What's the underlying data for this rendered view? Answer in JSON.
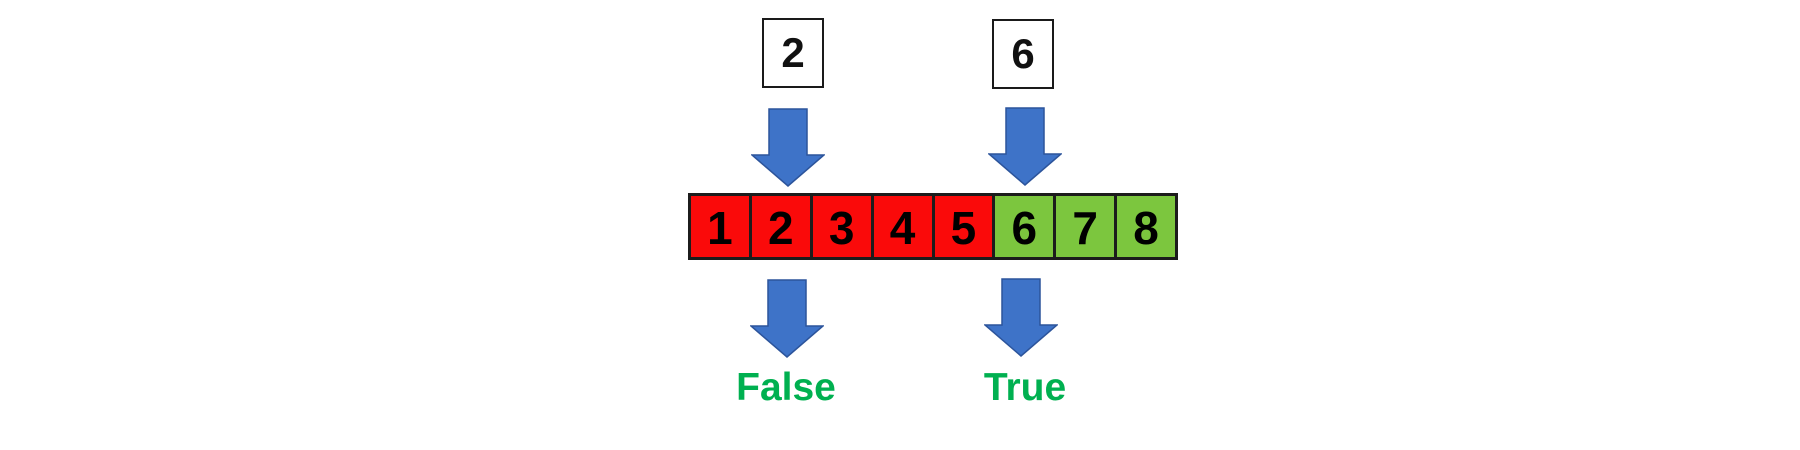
{
  "diagram": {
    "description_icons": {
      "pointer_icon": "down-arrow"
    },
    "query_boxes": [
      {
        "value": "2"
      },
      {
        "value": "6"
      }
    ],
    "array_cells": [
      {
        "value": "1",
        "state": "fail"
      },
      {
        "value": "2",
        "state": "fail"
      },
      {
        "value": "3",
        "state": "fail"
      },
      {
        "value": "4",
        "state": "fail"
      },
      {
        "value": "5",
        "state": "fail"
      },
      {
        "value": "6",
        "state": "pass"
      },
      {
        "value": "7",
        "state": "pass"
      },
      {
        "value": "8",
        "state": "pass"
      }
    ],
    "result_labels": [
      {
        "text": "False"
      },
      {
        "text": "True"
      }
    ],
    "colors": {
      "cell_fail": "#fa0a0a",
      "cell_pass": "#7cc63e",
      "cell_text": "#000000",
      "cell_border": "#1c1c1c",
      "arrow_fill": "#3e73c8",
      "arrow_stroke": "#2c549b",
      "result_text": "#00b050"
    }
  }
}
